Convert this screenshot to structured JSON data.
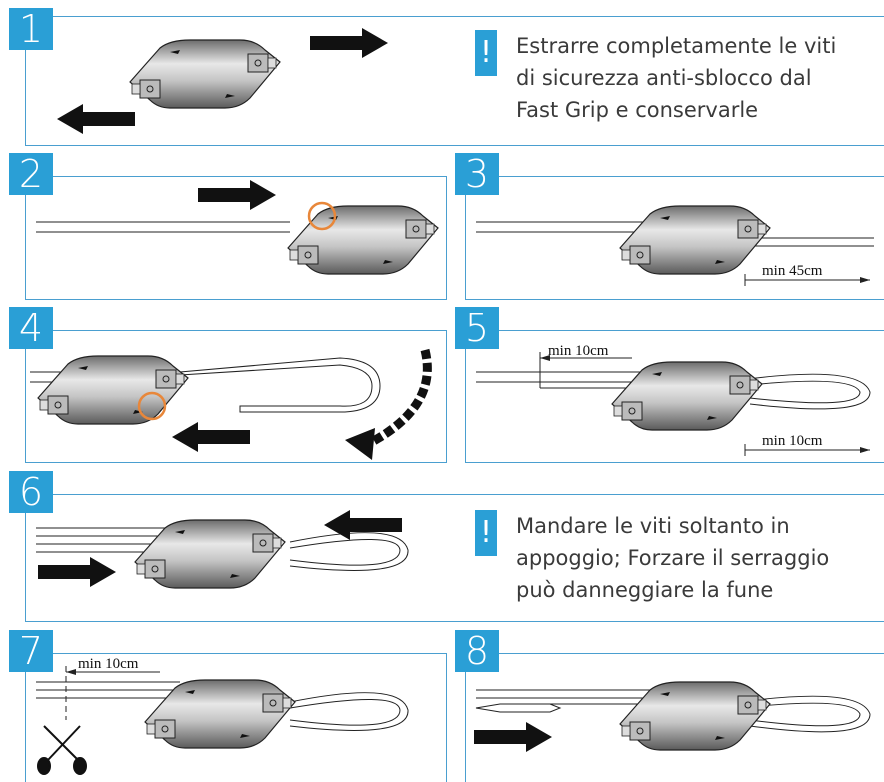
{
  "steps": [
    {
      "number": "1"
    },
    {
      "number": "2"
    },
    {
      "number": "3"
    },
    {
      "number": "4"
    },
    {
      "number": "5"
    },
    {
      "number": "6"
    },
    {
      "number": "7"
    },
    {
      "number": "8"
    }
  ],
  "notes": {
    "mark": "!",
    "note1": "Estrarre completamente le viti\ndi sicurezza anti-sblocco dal\nFast Grip e conservarle",
    "note2": "Mandare le viti soltanto in\nappoggio; Forzare il serraggio\npuò danneggiare la fune"
  },
  "measurements": {
    "m3": "min 45cm",
    "m5a": "min 10cm",
    "m5b": "min 10cm",
    "m7": "min 10cm"
  },
  "colors": {
    "accent": "#2a9fd6",
    "highlight_circle": "#e8873a",
    "device_body": "#9a9a9a"
  }
}
